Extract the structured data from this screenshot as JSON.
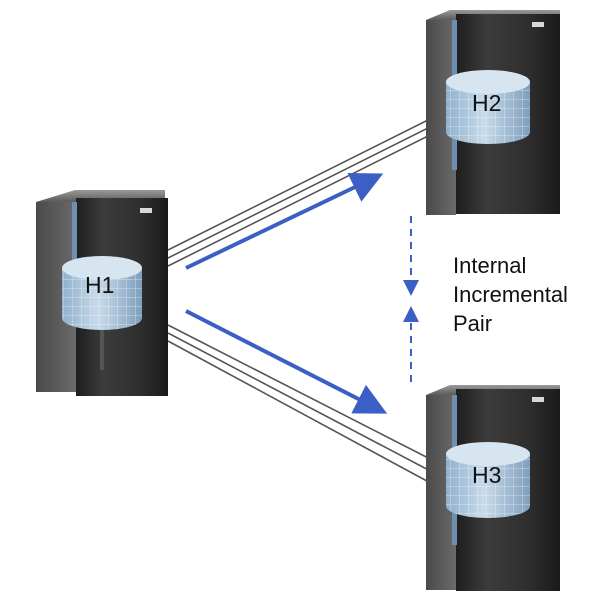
{
  "hosts": {
    "h1": {
      "label": "H1"
    },
    "h2": {
      "label": "H2"
    },
    "h3": {
      "label": "H3"
    }
  },
  "relationship_note": {
    "line1": "Internal",
    "line2": "Incremental",
    "line3": "Pair"
  },
  "colors": {
    "arrow": "#3b5fc4",
    "link_line": "#555555",
    "disk_fill": "#aec6dd",
    "cabinet": "#3a3a3a"
  }
}
